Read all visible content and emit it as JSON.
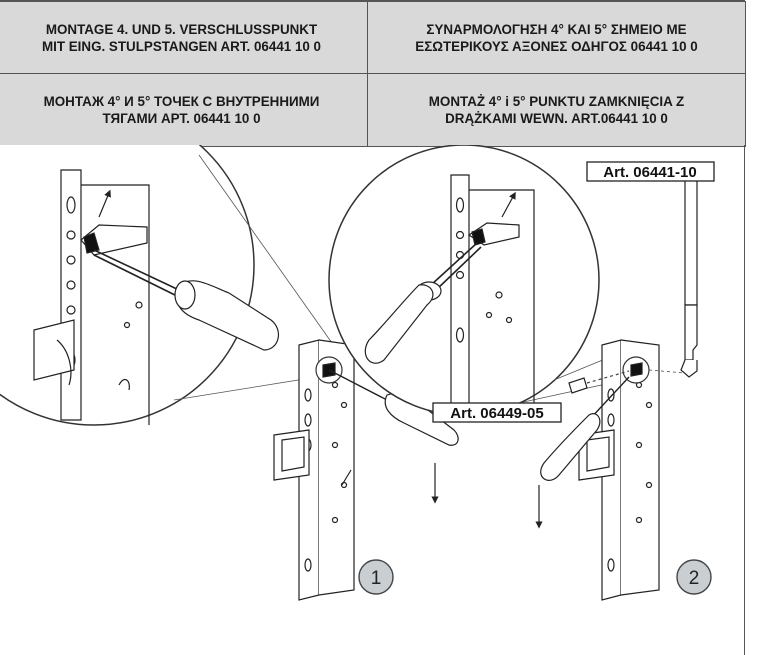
{
  "header": {
    "de": "MONTAGE 4. UND 5. VERSCHLUSSPUNKT\nMIT EING. STULPSTANGEN ART. 06441 10 0",
    "el": "ΣΥΝΑΡΜΟΛΟΓΗΣΗ 4° ΚΑΙ 5° ΣΗΜΕΙΟ ΜΕ\nΕΣΩΤΕΡΙΚΟΥΣ ΑΞΟΝΕΣ ΟΔΗΓΟΣ 06441 10 0",
    "ru": "МОНТАЖ 4° И 5° ТОЧЕК С ВНУТРЕННИМИ\nТЯГАМИ АРТ. 06441 10 0",
    "pl": "MONTAŻ 4° i 5° PUNKTU ZAMKNIĘCIA Z\nDRĄŻKAMI WEWN. ART.06441 10 0"
  },
  "labels": {
    "art_rod": "Art. 06441-10",
    "art_screw": "Art. 06449-05"
  },
  "steps": [
    "1",
    "2"
  ],
  "colors": {
    "header_bg": "#d9d9d9",
    "border": "#555555",
    "badge": "#c9ced3"
  }
}
